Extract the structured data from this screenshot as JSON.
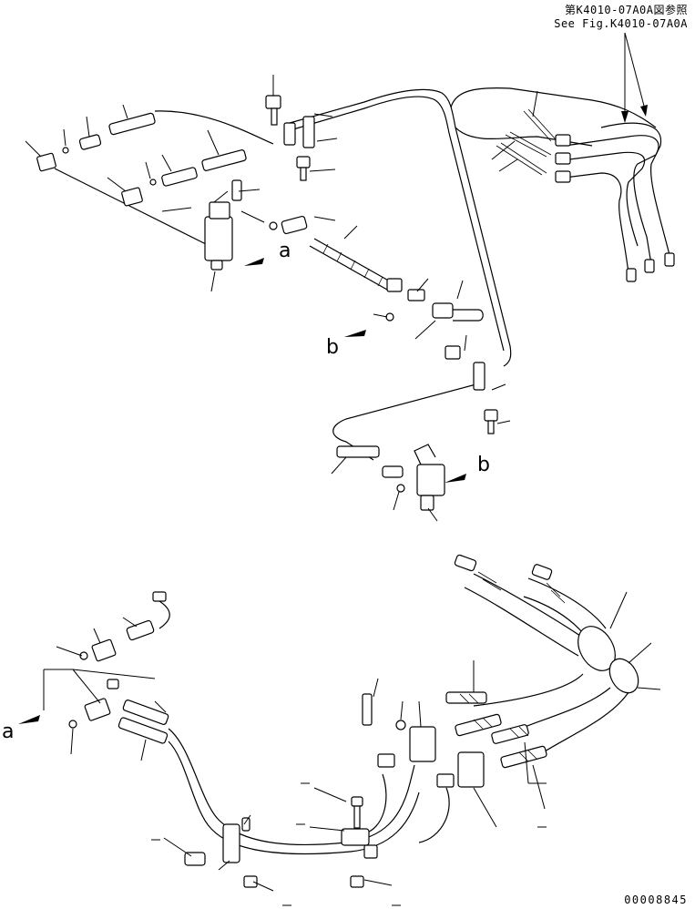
{
  "reference": {
    "jp": "第K4010-07A0A図参照",
    "en": "See Fig.K4010-07A0A"
  },
  "view_labels": {
    "a": "a",
    "b": "b"
  },
  "figure_number": "00008845"
}
